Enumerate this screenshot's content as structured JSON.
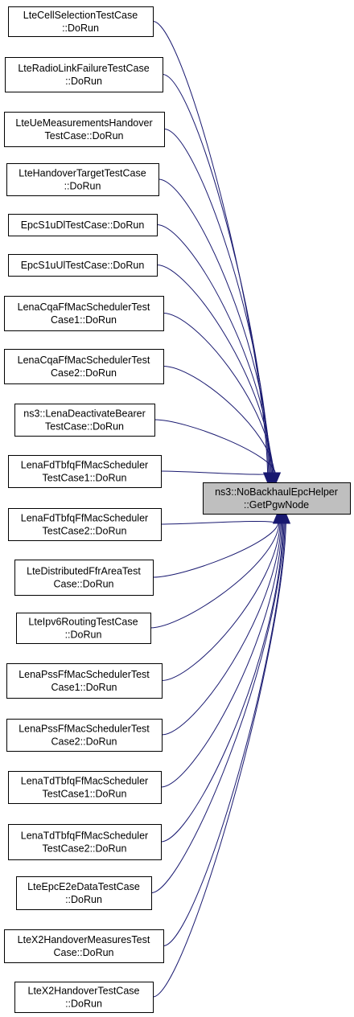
{
  "target": {
    "lines": [
      "ns3::NoBackhaulEpcHelper",
      "::GetPgwNode"
    ],
    "fill": "#bfbfbf"
  },
  "callers": [
    {
      "lines": [
        "LteCellSelectionTestCase",
        "::DoRun"
      ]
    },
    {
      "lines": [
        "LteRadioLinkFailureTestCase",
        "::DoRun"
      ]
    },
    {
      "lines": [
        "LteUeMeasurementsHandover",
        "TestCase::DoRun"
      ]
    },
    {
      "lines": [
        "LteHandoverTargetTestCase",
        "::DoRun"
      ]
    },
    {
      "lines": [
        "EpcS1uDlTestCase::DoRun"
      ]
    },
    {
      "lines": [
        "EpcS1uUlTestCase::DoRun"
      ]
    },
    {
      "lines": [
        "LenaCqaFfMacSchedulerTest",
        "Case1::DoRun"
      ]
    },
    {
      "lines": [
        "LenaCqaFfMacSchedulerTest",
        "Case2::DoRun"
      ]
    },
    {
      "lines": [
        "ns3::LenaDeactivateBearer",
        "TestCase::DoRun"
      ]
    },
    {
      "lines": [
        "LenaFdTbfqFfMacScheduler",
        "TestCase1::DoRun"
      ]
    },
    {
      "lines": [
        "LenaFdTbfqFfMacScheduler",
        "TestCase2::DoRun"
      ]
    },
    {
      "lines": [
        "LteDistributedFfrAreaTest",
        "Case::DoRun"
      ]
    },
    {
      "lines": [
        "LteIpv6RoutingTestCase",
        "::DoRun"
      ]
    },
    {
      "lines": [
        "LenaPssFfMacSchedulerTest",
        "Case1::DoRun"
      ]
    },
    {
      "lines": [
        "LenaPssFfMacSchedulerTest",
        "Case2::DoRun"
      ]
    },
    {
      "lines": [
        "LenaTdTbfqFfMacScheduler",
        "TestCase1::DoRun"
      ]
    },
    {
      "lines": [
        "LenaTdTbfqFfMacScheduler",
        "TestCase2::DoRun"
      ]
    },
    {
      "lines": [
        "LteEpcE2eDataTestCase",
        "::DoRun"
      ]
    },
    {
      "lines": [
        "LteX2HandoverMeasuresTest",
        "Case::DoRun"
      ]
    },
    {
      "lines": [
        "LteX2HandoverTestCase",
        "::DoRun"
      ]
    }
  ],
  "colors": {
    "edge": "#191970",
    "border": "#000000",
    "node_fill": "#ffffff"
  }
}
